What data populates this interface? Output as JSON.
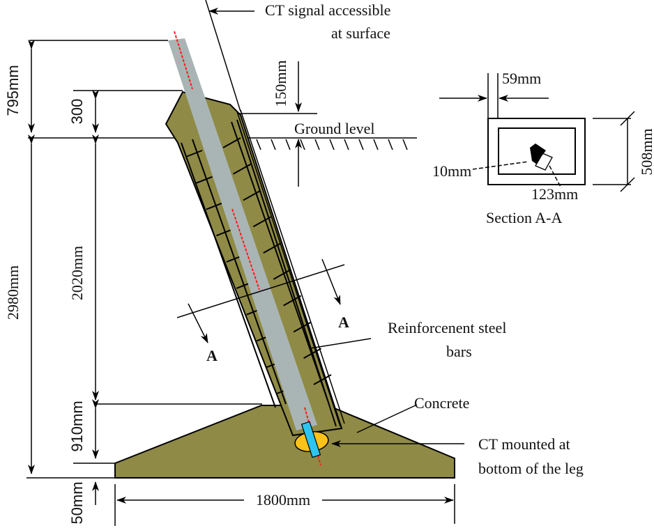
{
  "diagram": {
    "title": "Tower leg foundation with CT installation",
    "colors": {
      "concrete": "#8f8a45",
      "steel_leg": "#a9b5b5",
      "ct_body": "#2ec4f0",
      "ct_core": "#ffc21a",
      "signal_wire": "#ff1a1a",
      "line": "#000000"
    },
    "labels": {
      "ct_signal": [
        "CT signal accessible",
        "at surface"
      ],
      "ground_level": "Ground level",
      "reinforcement": [
        "Reinforcenent steel",
        "bars"
      ],
      "concrete": "Concrete",
      "ct_mounted": [
        "CT mounted at",
        "bottom of the leg"
      ],
      "section_marker_left": "A",
      "section_marker_right": "A",
      "section_title": "Section A-A"
    },
    "dimensions": {
      "d795": "795mm",
      "d300": "300",
      "d150": "150mm",
      "d2980": "2980mm",
      "d2020": "2020mm",
      "d910": "910mm",
      "d50": "50mm",
      "d1800": "1800mm",
      "section_59": "59mm",
      "section_508": "508mm",
      "section_10": "10mm",
      "section_123": "123mm"
    }
  }
}
